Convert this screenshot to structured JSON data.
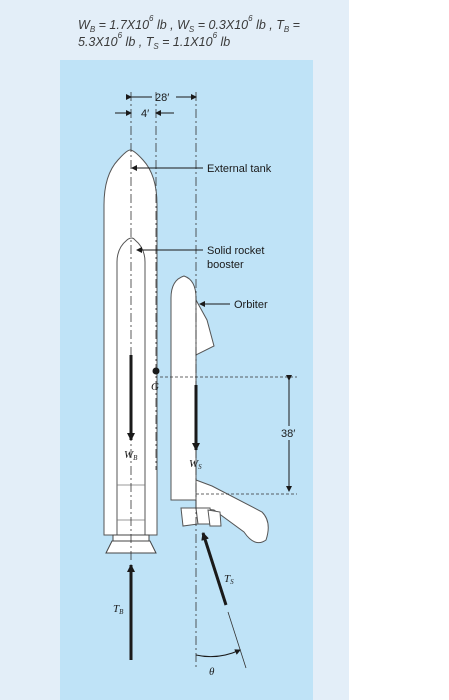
{
  "problem": {
    "wb_label": "W",
    "wb_sub": "B",
    "wb_value": " = 1.7X10",
    "wb_exp": "6",
    "wb_unit": " lb , ",
    "ws_label": "W",
    "ws_sub": "S",
    "ws_value": " = 0.3X10",
    "ws_exp": "6",
    "ws_unit": " lb , ",
    "tb_label": "T",
    "tb_sub": "B",
    "tb_eq": " =",
    "tb_value": "5.3X10",
    "tb_exp": "6",
    "tb_unit": " lb , ",
    "ts_label": "T",
    "ts_sub": "S",
    "ts_value": " = 1.1X10",
    "ts_exp": "6",
    "ts_unit": " lb"
  },
  "diagram": {
    "dim_28": "28′",
    "dim_4": "4′",
    "dim_38": "38′",
    "external_tank": "External tank",
    "srb_line1": "Solid rocket",
    "srb_line2": "booster",
    "orbiter": "Orbiter",
    "g_label": "G",
    "wb_main": "W",
    "wb_sub": "B",
    "ws_main": "W",
    "ws_sub": "S",
    "tb_main": "T",
    "tb_sub": "B",
    "ts_main": "T",
    "ts_sub": "S",
    "theta": "θ"
  }
}
